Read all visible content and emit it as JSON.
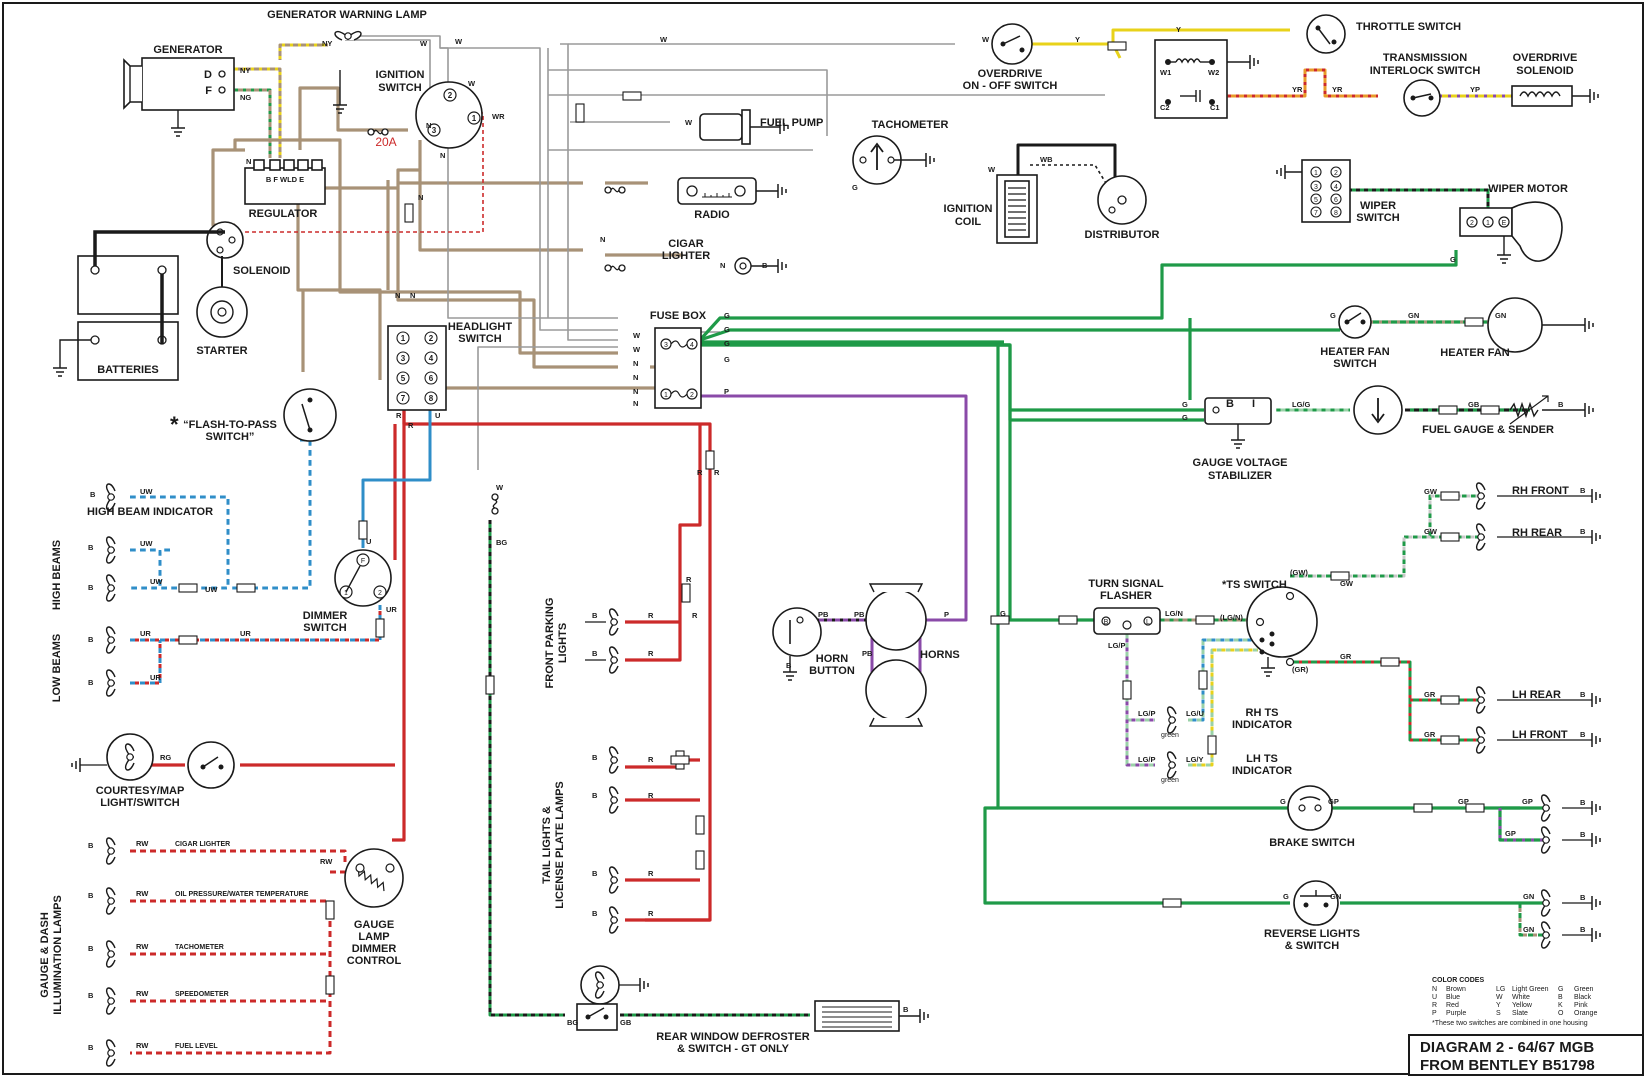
{
  "colors": {
    "brown": "#a89277",
    "white": "#9a9a9a",
    "red": "#cc2a2a",
    "green": "#1f9a48",
    "purple": "#8a4aa8",
    "blue": "#2f8ec8",
    "yellow": "#e8d21a",
    "black": "#1a1a1a",
    "slate": "#8c8c8c",
    "orange": "#e89a2a"
  },
  "components": {
    "gen_warning": "GENERATOR WARNING LAMP",
    "generator": "GENERATOR",
    "gen_d": "D",
    "gen_f": "F",
    "ignition_switch": [
      "IGNITION",
      "SWITCH"
    ],
    "fuse_20a": "20A",
    "regulator": "REGULATOR",
    "reg_pins": "B   F  WLD  E",
    "solenoid": "SOLENOID",
    "starter": "STARTER",
    "batteries": "BATTERIES",
    "fuel_pump": "FUEL PUMP",
    "tachometer": "TACHOMETER",
    "overdrive_switch": [
      "OVERDRIVE",
      "ON - OFF SWITCH"
    ],
    "throttle_switch": "THROTTLE SWITCH",
    "trans_interlock": [
      "TRANSMISSION",
      "INTERLOCK SWITCH"
    ],
    "overdrive_solenoid": [
      "OVERDRIVE",
      "SOLENOID"
    ],
    "ignition_coil": [
      "IGNITION",
      "COIL"
    ],
    "distributor": "DISTRIBUTOR",
    "radio": "RADIO",
    "cigar_lighter": [
      "CIGAR",
      "LIGHTER"
    ],
    "wiper_switch": [
      "WIPER",
      "SWITCH"
    ],
    "wiper_motor": "WIPER MOTOR",
    "fuse_box": "FUSE BOX",
    "headlight_switch": [
      "HEADLIGHT",
      "SWITCH"
    ],
    "heater_fan_switch": [
      "HEATER FAN",
      "SWITCH"
    ],
    "heater_fan": "HEATER FAN",
    "gauge_stabilizer": [
      "GAUGE VOLTAGE",
      "STABILIZER"
    ],
    "fuel_gauge": "FUEL GAUGE & SENDER",
    "flash_to_pass": [
      "“FLASH-TO-PASS",
      "SWITCH”"
    ],
    "asterisk": "*",
    "high_beam_indicator": "HIGH BEAM INDICATOR",
    "high_beams": "HIGH BEAMS",
    "low_beams": "LOW BEAMS",
    "dimmer_switch": [
      "DIMMER",
      "SWITCH"
    ],
    "rh_front": "RH FRONT",
    "rh_rear": "RH REAR",
    "turn_flasher": [
      "TURN SIGNAL",
      "FLASHER"
    ],
    "ts_switch": "*TS SWITCH",
    "front_parking": [
      "FRONT PARKING",
      "LIGHTS"
    ],
    "horn_button": [
      "HORN",
      "BUTTON"
    ],
    "horns": "HORNS",
    "rh_ts_indicator": [
      "RH TS",
      "INDICATOR"
    ],
    "lh_ts_indicator": [
      "LH TS",
      "INDICATOR"
    ],
    "lh_rear": "LH REAR",
    "lh_front": "LH FRONT",
    "courtesy": [
      "COURTESY/MAP",
      "LIGHT/SWITCH"
    ],
    "tail_lights": [
      "TAIL LIGHTS &",
      "LICENSE PLATE LAMPS"
    ],
    "brake_switch": "BRAKE SWITCH",
    "gauge_illum": [
      "GAUGE & DASH",
      "ILLUMINATION LAMPS"
    ],
    "gauge_dimmer": [
      "GAUGE",
      "LAMP",
      "DIMMER",
      "CONTROL"
    ],
    "reverse_lights": [
      "REVERSE LIGHTS",
      "& SWITCH"
    ],
    "rear_defroster": [
      "REAR WINDOW DEFROSTER",
      "& SWITCH - GT ONLY"
    ],
    "green_word": "green"
  },
  "dash_lamps": [
    "CIGAR LIGHTER",
    "OIL PRESSURE/WATER TEMPERATURE",
    "TACHOMETER",
    "SPEEDOMETER",
    "FUEL LEVEL"
  ],
  "wire_codes": {
    "NY": "NY",
    "NG": "NG",
    "W": "W",
    "WR": "WR",
    "N": "N",
    "Y": "Y",
    "YR": "YR",
    "YP": "YP",
    "G": "G",
    "GN": "GN",
    "WB": "WB",
    "LGG": "LG/G",
    "GB": "GB",
    "P": "P",
    "PB": "PB",
    "UW": "UW",
    "UR": "UR",
    "U": "U",
    "R": "R",
    "B": "B",
    "RG": "RG",
    "RW": "RW",
    "GW": "GW",
    "GWp": "(GW)",
    "GR": "GR",
    "GRp": "(GR)",
    "LGN": "LG/N",
    "LGNp": "(LG/N)",
    "LGP": "LG/P",
    "LGU": "LG/U",
    "LGY": "LG/Y",
    "GP": "GP",
    "BG": "BG",
    "W1": "W1",
    "W2": "W2",
    "C1": "C1",
    "C2": "C2"
  },
  "legend": {
    "title": "COLOR CODES",
    "rows": [
      [
        "N",
        "Brown",
        "LG",
        "Light Green",
        "G",
        "Green"
      ],
      [
        "U",
        "Blue",
        "W",
        "White",
        "B",
        "Black"
      ],
      [
        "R",
        "Red",
        "Y",
        "Yellow",
        "K",
        "Pink"
      ],
      [
        "P",
        "Purple",
        "S",
        "Slate",
        "O",
        "Orange"
      ]
    ],
    "note": "*These two switches are combined in one housing"
  },
  "title_block": [
    "DIAGRAM 2 - 64/67 MGB",
    "FROM BENTLEY B51798"
  ]
}
